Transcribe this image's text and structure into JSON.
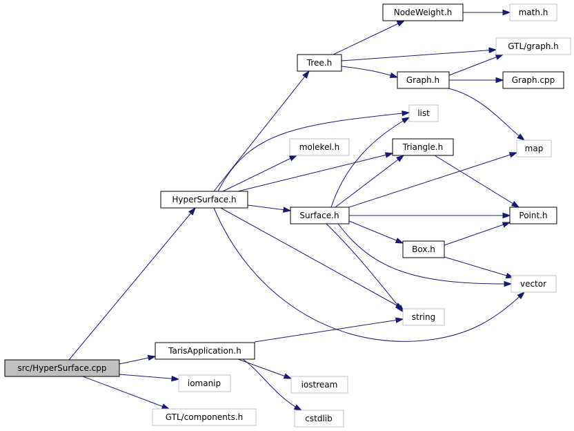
{
  "diagram": {
    "title": "",
    "nodes": [
      {
        "id": "root",
        "label": "src/HyperSurface.cpp",
        "kind": "root"
      },
      {
        "id": "hypersurface",
        "label": "HyperSurface.h",
        "kind": "documented"
      },
      {
        "id": "taris",
        "label": "TarisApplication.h",
        "kind": "documented"
      },
      {
        "id": "iomanip",
        "label": "iomanip",
        "kind": "external"
      },
      {
        "id": "gtlcomp",
        "label": "GTL/components.h",
        "kind": "external"
      },
      {
        "id": "tree",
        "label": "Tree.h",
        "kind": "documented"
      },
      {
        "id": "molekel",
        "label": "molekel.h",
        "kind": "external"
      },
      {
        "id": "surface",
        "label": "Surface.h",
        "kind": "documented"
      },
      {
        "id": "nodeweight",
        "label": "NodeWeight.h",
        "kind": "documented"
      },
      {
        "id": "mathh",
        "label": "math.h",
        "kind": "external"
      },
      {
        "id": "gtlgraph",
        "label": "GTL/graph.h",
        "kind": "external"
      },
      {
        "id": "graphh",
        "label": "Graph.h",
        "kind": "documented"
      },
      {
        "id": "graphcpp",
        "label": "Graph.cpp",
        "kind": "documented"
      },
      {
        "id": "list",
        "label": "list",
        "kind": "external"
      },
      {
        "id": "triangle",
        "label": "Triangle.h",
        "kind": "documented"
      },
      {
        "id": "map",
        "label": "map",
        "kind": "external"
      },
      {
        "id": "point",
        "label": "Point.h",
        "kind": "documented"
      },
      {
        "id": "box",
        "label": "Box.h",
        "kind": "documented"
      },
      {
        "id": "vector",
        "label": "vector",
        "kind": "external"
      },
      {
        "id": "string",
        "label": "string",
        "kind": "external"
      },
      {
        "id": "iostream",
        "label": "iostream",
        "kind": "external"
      },
      {
        "id": "cstdlib",
        "label": "cstdlib",
        "kind": "external"
      }
    ],
    "edges": [
      [
        "root",
        "hypersurface"
      ],
      [
        "root",
        "taris"
      ],
      [
        "root",
        "iomanip"
      ],
      [
        "root",
        "gtlcomp"
      ],
      [
        "hypersurface",
        "tree"
      ],
      [
        "hypersurface",
        "list"
      ],
      [
        "hypersurface",
        "molekel"
      ],
      [
        "hypersurface",
        "triangle"
      ],
      [
        "hypersurface",
        "surface"
      ],
      [
        "hypersurface",
        "string"
      ],
      [
        "hypersurface",
        "vector"
      ],
      [
        "tree",
        "nodeweight"
      ],
      [
        "tree",
        "gtlgraph"
      ],
      [
        "tree",
        "graphh"
      ],
      [
        "nodeweight",
        "mathh"
      ],
      [
        "graphh",
        "gtlgraph"
      ],
      [
        "graphh",
        "graphcpp"
      ],
      [
        "graphh",
        "map"
      ],
      [
        "surface",
        "list"
      ],
      [
        "surface",
        "triangle"
      ],
      [
        "surface",
        "map"
      ],
      [
        "surface",
        "point"
      ],
      [
        "surface",
        "box"
      ],
      [
        "surface",
        "vector"
      ],
      [
        "surface",
        "string"
      ],
      [
        "triangle",
        "point"
      ],
      [
        "box",
        "point"
      ],
      [
        "box",
        "vector"
      ],
      [
        "taris",
        "string"
      ],
      [
        "taris",
        "iostream"
      ],
      [
        "taris",
        "cstdlib"
      ]
    ],
    "colors": {
      "edge": "#191970",
      "external_border": "#c0c0c0",
      "root_fill": "#bfbfbf"
    }
  }
}
